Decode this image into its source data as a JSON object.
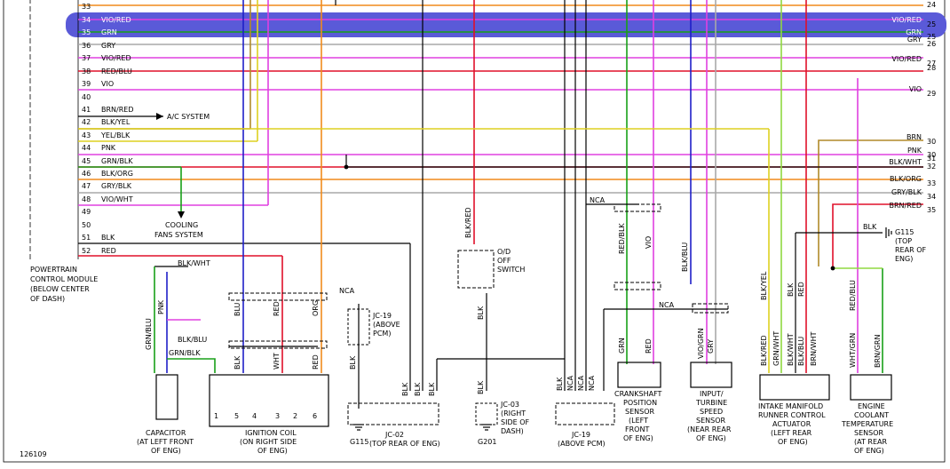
{
  "pcm": {
    "label_lines": [
      "POWERTRAIN",
      "CONTROL MODULE",
      "(BELOW CENTER",
      "OF DASH)"
    ],
    "pins": [
      {
        "num": "33",
        "label": ""
      },
      {
        "num": "34",
        "label": "VIO/RED"
      },
      {
        "num": "35",
        "label": "GRN"
      },
      {
        "num": "36",
        "label": "GRY"
      },
      {
        "num": "37",
        "label": "VIO/RED"
      },
      {
        "num": "38",
        "label": "RED/BLU"
      },
      {
        "num": "39",
        "label": "VIO"
      },
      {
        "num": "40",
        "label": ""
      },
      {
        "num": "41",
        "label": "BRN/RED"
      },
      {
        "num": "42",
        "label": "BLK/YEL"
      },
      {
        "num": "43",
        "label": "YEL/BLK"
      },
      {
        "num": "44",
        "label": "PNK"
      },
      {
        "num": "45",
        "label": "GRN/BLK"
      },
      {
        "num": "46",
        "label": "BLK/ORG"
      },
      {
        "num": "47",
        "label": "GRY/BLK"
      },
      {
        "num": "48",
        "label": "VIO/WHT"
      },
      {
        "num": "49",
        "label": ""
      },
      {
        "num": "50",
        "label": ""
      },
      {
        "num": "51",
        "label": "BLK"
      },
      {
        "num": "52",
        "label": "RED"
      }
    ]
  },
  "right_terminals": [
    {
      "num": "24",
      "label": ""
    },
    {
      "num": "25",
      "label": "VIO/RED"
    },
    {
      "num": "25",
      "label": "GRN"
    },
    {
      "num": "26",
      "label": "GRY"
    },
    {
      "num": "27",
      "label": "VIO/RED"
    },
    {
      "num": "28",
      "label": ""
    },
    {
      "num": "29",
      "label": "VIO"
    },
    {
      "num": "30",
      "label": "BRN"
    },
    {
      "num": "30",
      "label": "PNK"
    },
    {
      "num": "31",
      "label": ""
    },
    {
      "num": "32",
      "label": "BLK/WHT"
    },
    {
      "num": "33",
      "label": "BLK/ORG"
    },
    {
      "num": "34",
      "label": "GRY/BLK"
    },
    {
      "num": "35",
      "label": "BRN/RED"
    }
  ],
  "systems": {
    "ac": "A/C SYSTEM",
    "cooling_lines": [
      "COOLING",
      "FANS SYSTEM"
    ]
  },
  "wire_labels": {
    "blk_wht_cap": "BLK/WHT",
    "pnk": "PNK",
    "grn_blu": "GRN/BLU",
    "blk_blu": "BLK/BLU",
    "grn_blk": "GRN/BLK",
    "blu": "BLU",
    "red1": "RED",
    "org": "ORG",
    "nca": "NCA",
    "blk_coil": "BLK",
    "wht": "WHT",
    "red2": "RED",
    "blk_jc19": "BLK",
    "blk_red": "BLK/RED",
    "blk_switch": "BLK",
    "blk_jc03": "BLK",
    "red_blk": "RED/BLK",
    "vio": "VIO",
    "blk_blu_ckp": "BLK/BLU",
    "nca_ckp": "NCA",
    "nca_jc19b": "NCA",
    "grn_ckp": "GRN",
    "red_ckp": "RED",
    "vio_grn": "VIO/GRN",
    "gry": "GRY",
    "blk_yel": "BLK/YEL",
    "blk_imrc": "BLK",
    "red_imrc": "RED",
    "red_blu": "RED/BLU",
    "blk_red_b": "BLK/RED",
    "grn_wht": "GRN/WHT",
    "blk_wht": "BLK/WHT",
    "blk_blu_b": "BLK/BLU",
    "brn_wht": "BRN/WHT",
    "wht_grn": "WHT/GRN",
    "brn_grn": "BRN/GRN",
    "blk_g115": "BLK",
    "blk_jc02_1": "BLK",
    "blk_jc02_2": "BLK",
    "blk_jc02_3": "BLK",
    "blk_jc19b": "BLK",
    "nca_jc19b_1": "NCA",
    "nca_jc19b_2": "NCA",
    "nca_jc19b_3": "NCA"
  },
  "components": {
    "capacitor": [
      "CAPACITOR",
      "(AT LEFT FRONT",
      "OF ENG)"
    ],
    "ignition_coil": [
      "IGNITION COIL",
      "(ON RIGHT SIDE",
      "OF ENG)"
    ],
    "coil_numbers": [
      "1",
      "5",
      "4",
      "3",
      "2",
      "6"
    ],
    "g115_bottom": "G115",
    "jc02": [
      "JC-02",
      "(TOP REAR OF ENG)"
    ],
    "jc19_top": [
      "JC-19",
      "(ABOVE",
      "PCM)"
    ],
    "od_switch": [
      "O/D",
      "OFF",
      "SWITCH"
    ],
    "jc03": [
      "JC-03",
      "(RIGHT",
      "SIDE OF",
      "DASH)"
    ],
    "g201": "G201",
    "jc19_bottom": [
      "JC-19",
      "(ABOVE PCM)"
    ],
    "ckp": [
      "CRANKSHAFT",
      "POSITION",
      "SENSOR",
      "(LEFT",
      "FRONT",
      "OF ENG)"
    ],
    "turbine": [
      "INPUT/",
      "TURBINE",
      "SPEED",
      "SENSOR",
      "(NEAR REAR",
      "OF ENG)"
    ],
    "imrc": [
      "INTAKE MANIFOLD",
      "RUNNER CONTROL",
      "ACTUATOR",
      "(LEFT REAR",
      "OF ENG)"
    ],
    "ect": [
      "ENGINE",
      "COOLANT",
      "TEMPERATURE",
      "SENSOR",
      "(AT REAR",
      "OF ENG)"
    ],
    "g115_right": [
      "G115",
      "(TOP",
      "REAR OF",
      "ENG)"
    ]
  },
  "diagram_id": "126109",
  "colors": {
    "blue": "#1f1fc8",
    "green": "#18a018",
    "gray": "#a8a8a8",
    "violet": "#e040e0",
    "red": "#e0102a",
    "orange": "#f08a1c",
    "yellow": "#ded020",
    "brown": "#b08a2a",
    "dark_green": "#2a8a2a",
    "light_green": "#90d840",
    "black": "#000000",
    "highlight": "#5a5ad8"
  }
}
